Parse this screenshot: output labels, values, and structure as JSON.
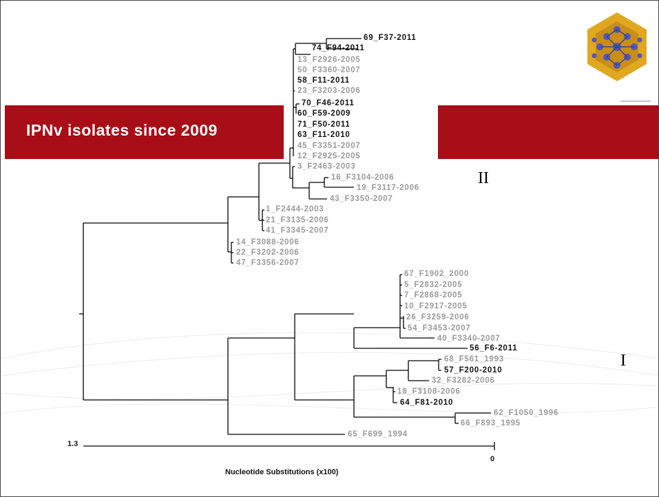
{
  "title": "IPNv isolates since 2009",
  "clades": {
    "upper": "II",
    "lower": "I"
  },
  "scale": {
    "left_value": "1.3",
    "right_value": "0",
    "axis_label": "Nucleotide Substitutions (x100)"
  },
  "colors": {
    "band": "#a80e17",
    "recent_isolate": "#111111",
    "older_isolate": "#9a9a9a"
  },
  "leaves": [
    {
      "label": "69_F37-2011",
      "recent": true
    },
    {
      "label": "74_F94-2011",
      "recent": true
    },
    {
      "label": "13_F2926-2005",
      "recent": false
    },
    {
      "label": "50_F3360-2007",
      "recent": false
    },
    {
      "label": "58_F11-2011",
      "recent": true
    },
    {
      "label": "23_F3203-2006",
      "recent": false
    },
    {
      "label": "70_F46-2011",
      "recent": true
    },
    {
      "label": "60_F59-2009",
      "recent": true
    },
    {
      "label": "71_F50-2011",
      "recent": true
    },
    {
      "label": "63_F11-2010",
      "recent": true
    },
    {
      "label": "45_F3351-2007",
      "recent": false
    },
    {
      "label": "12_F2925-2005",
      "recent": false
    },
    {
      "label": "3_F2463-2003",
      "recent": false
    },
    {
      "label": "16_F3104-2006",
      "recent": false
    },
    {
      "label": "19_F3117-2006",
      "recent": false
    },
    {
      "label": "43_F3350-2007",
      "recent": false
    },
    {
      "label": "1_F2444-2003",
      "recent": false
    },
    {
      "label": "21_F3135-2006",
      "recent": false
    },
    {
      "label": "41_F3345-2007",
      "recent": false
    },
    {
      "label": "14_F3088-2006",
      "recent": false
    },
    {
      "label": "22_F3202-2006",
      "recent": false
    },
    {
      "label": "47_F3356-2007",
      "recent": false
    },
    {
      "label": "67_F1902_2000",
      "recent": false
    },
    {
      "label": "5_F2832-2005",
      "recent": false
    },
    {
      "label": "7_F2868-2005",
      "recent": false
    },
    {
      "label": "10_F2917-2005",
      "recent": false
    },
    {
      "label": "26_F3259-2006",
      "recent": false
    },
    {
      "label": "54_F3453-2007",
      "recent": false
    },
    {
      "label": "40_F3340-2007",
      "recent": false
    },
    {
      "label": "56_F6-2011",
      "recent": true
    },
    {
      "label": "68_F561_1993",
      "recent": false
    },
    {
      "label": "57_F200-2010",
      "recent": true
    },
    {
      "label": "32_F3282-2006",
      "recent": false
    },
    {
      "label": "18_F3108-2006",
      "recent": false
    },
    {
      "label": "64_F81-2010",
      "recent": true
    },
    {
      "label": "62_F1050_1996",
      "recent": false
    },
    {
      "label": "66_F893_1995",
      "recent": false
    },
    {
      "label": "65_F699_1994",
      "recent": false
    }
  ]
}
